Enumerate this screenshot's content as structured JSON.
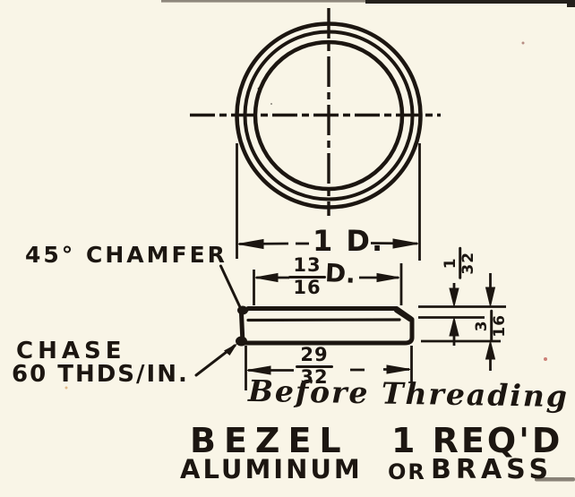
{
  "colors": {
    "ink": "#1c1611",
    "paper": "#f9f5e7"
  },
  "top_view": {
    "outer_diameter_label": "1 D."
  },
  "side_view": {
    "recess_diameter": {
      "num": "13",
      "den": "16",
      "suffix": "D."
    },
    "bore_diameter": {
      "num": "29",
      "den": "32"
    },
    "lip_depth": {
      "num": "1",
      "den": "32"
    },
    "thickness": {
      "num": "3",
      "den": "16"
    },
    "note": "Before Threading"
  },
  "callouts": {
    "chamfer": "45° CHAMFER",
    "chase_line1": "CHASE",
    "chase_line2": "60 THDS/IN."
  },
  "title_block": {
    "part_name": "BEZEL",
    "quantity": "1 REQ'D",
    "material_primary": "ALUMINUM",
    "material_conjunction": "OR",
    "material_secondary": "BRASS"
  }
}
